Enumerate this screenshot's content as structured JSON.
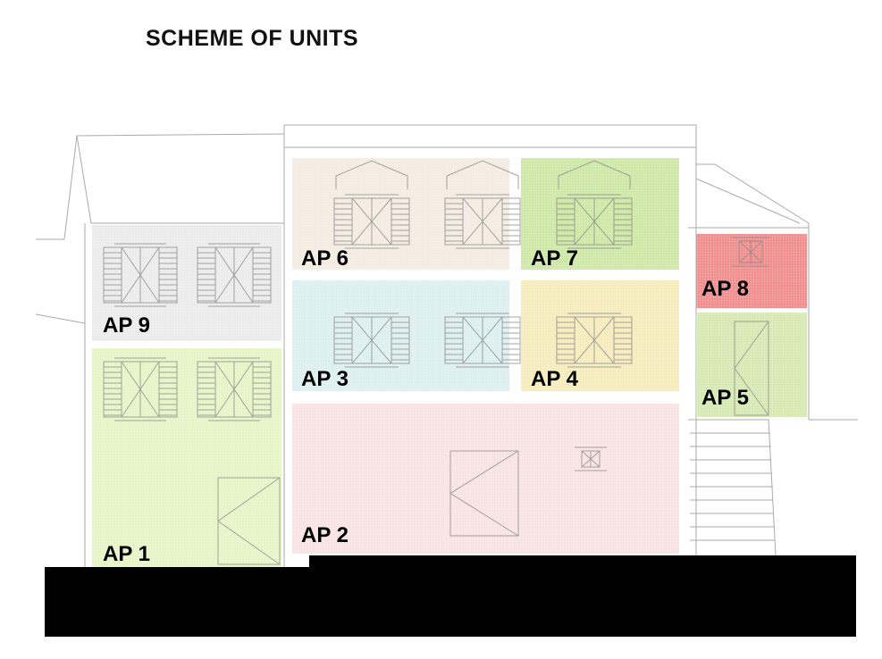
{
  "title": "SCHEME OF UNITS",
  "units": [
    {
      "id": "ap9",
      "label": "AP 9",
      "color": "#ebebeb"
    },
    {
      "id": "ap1",
      "label": "AP 1",
      "color": "#e6f4c6"
    },
    {
      "id": "ap6",
      "label": "AP 6",
      "color": "#f4ebe1"
    },
    {
      "id": "ap7",
      "label": "AP 7",
      "color": "#cde7a4"
    },
    {
      "id": "ap3",
      "label": "AP 3",
      "color": "#dcefef"
    },
    {
      "id": "ap4",
      "label": "AP 4",
      "color": "#f6ebbb"
    },
    {
      "id": "ap2",
      "label": "AP 2",
      "color": "#f8e2e2"
    },
    {
      "id": "ap8",
      "label": "AP 8",
      "color": "#f08c8c"
    },
    {
      "id": "ap5",
      "label": "AP 5",
      "color": "#d5e8b2"
    }
  ]
}
